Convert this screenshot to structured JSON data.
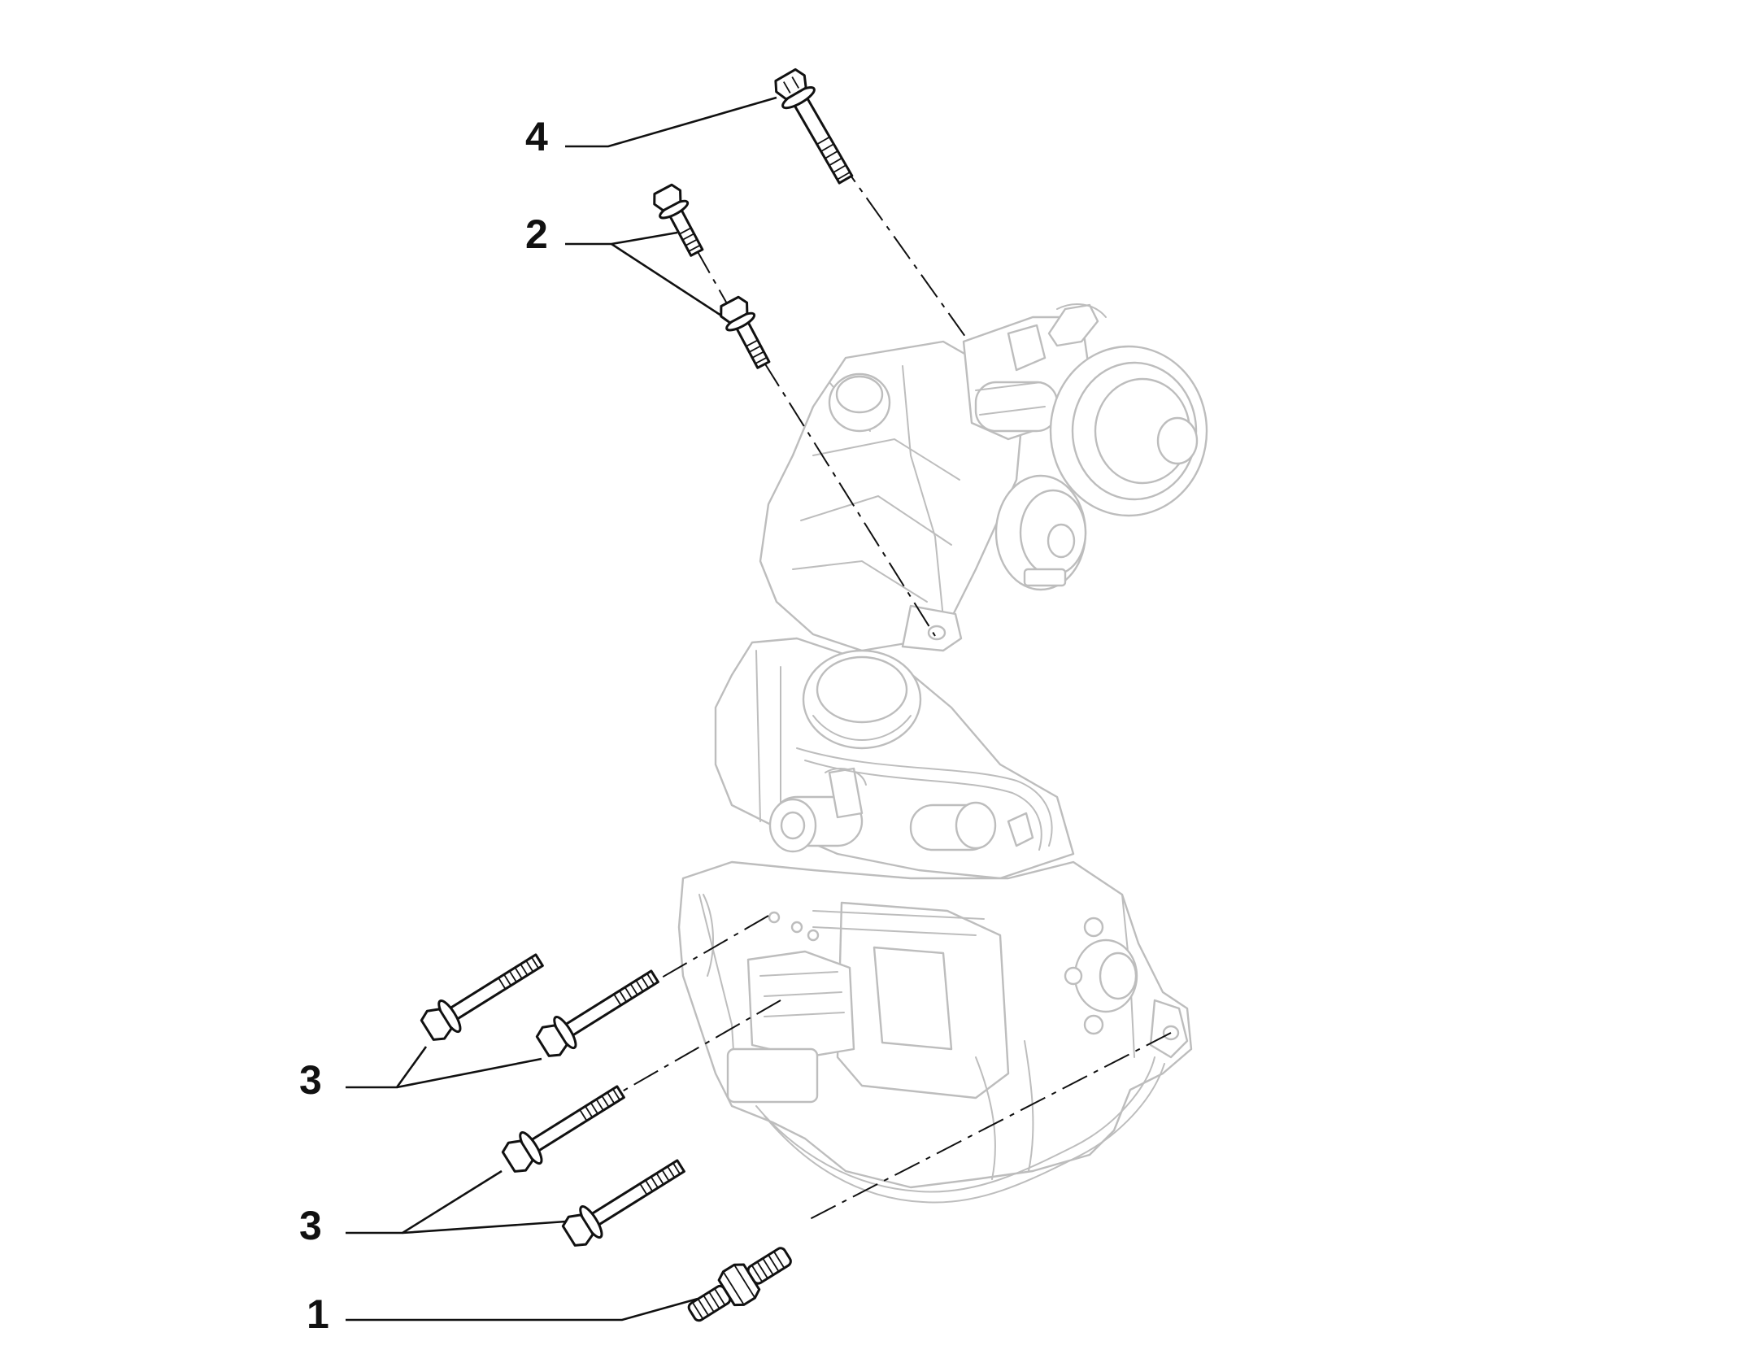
{
  "diagram": {
    "callouts": {
      "c4": "4",
      "c2": "2",
      "c3a": "3",
      "c3b": "3",
      "c1": "1"
    },
    "colors": {
      "assembly_outline": "#bdbdbd",
      "parts_outline": "#111111",
      "background": "#ffffff"
    },
    "parts": [
      {
        "callout": "4",
        "type": "flange bolt",
        "count": 1
      },
      {
        "callout": "2",
        "type": "flange bolt",
        "count": 2
      },
      {
        "callout": "3",
        "type": "long flange bolt",
        "count": 4
      },
      {
        "callout": "1",
        "type": "stud",
        "count": 1
      }
    ]
  }
}
